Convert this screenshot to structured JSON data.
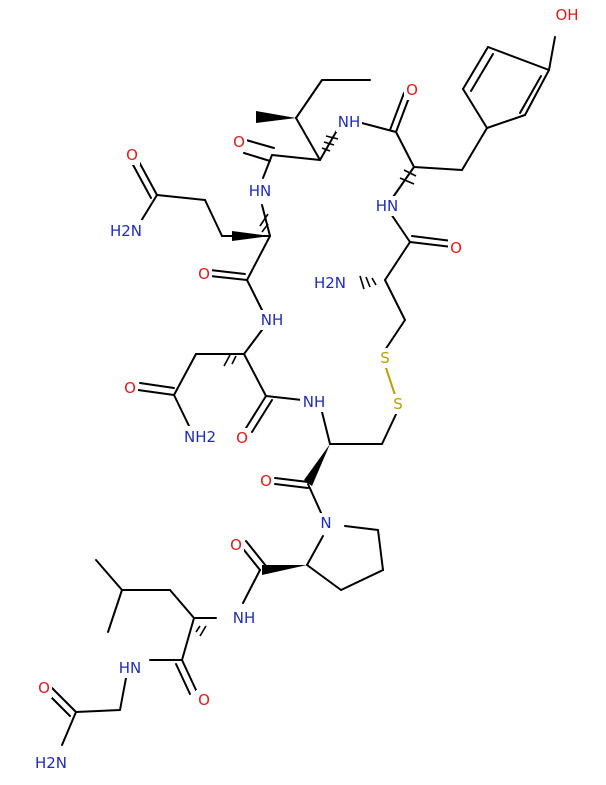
{
  "atom_labels": {
    "oh": "OH",
    "o_tyr_co": "O",
    "nh_ile_tyr": "NH",
    "o_ile_co": "O",
    "nh_gln_ile": "HN",
    "o_gln_side": "O",
    "nh2_gln_side": "H2N",
    "nh_tyr_cys": "HN",
    "o_cys1_co": "O",
    "nh2_cys1": "H2N",
    "o_gln_co": "O",
    "nh_asn_gln": "NH",
    "s1": "S",
    "s2": "S",
    "o_asn_side": "O",
    "nh2_asn_side": "NH2",
    "o_asn_co": "O",
    "nh_cys6_asn": "NH",
    "o_cys6_co": "O",
    "n_pro": "N",
    "o_pro_co": "O",
    "nh_leu_pro": "NH",
    "nh_gly_leu": "HN",
    "o_leu_co": "O",
    "o_gly_co": "O",
    "nh2_gly_term": "H2N"
  },
  "colors": {
    "carbon": "#000000",
    "nitrogen": "#1f2bbf",
    "oxygen": "#e01b1b",
    "sulfur": "#b8a000"
  }
}
